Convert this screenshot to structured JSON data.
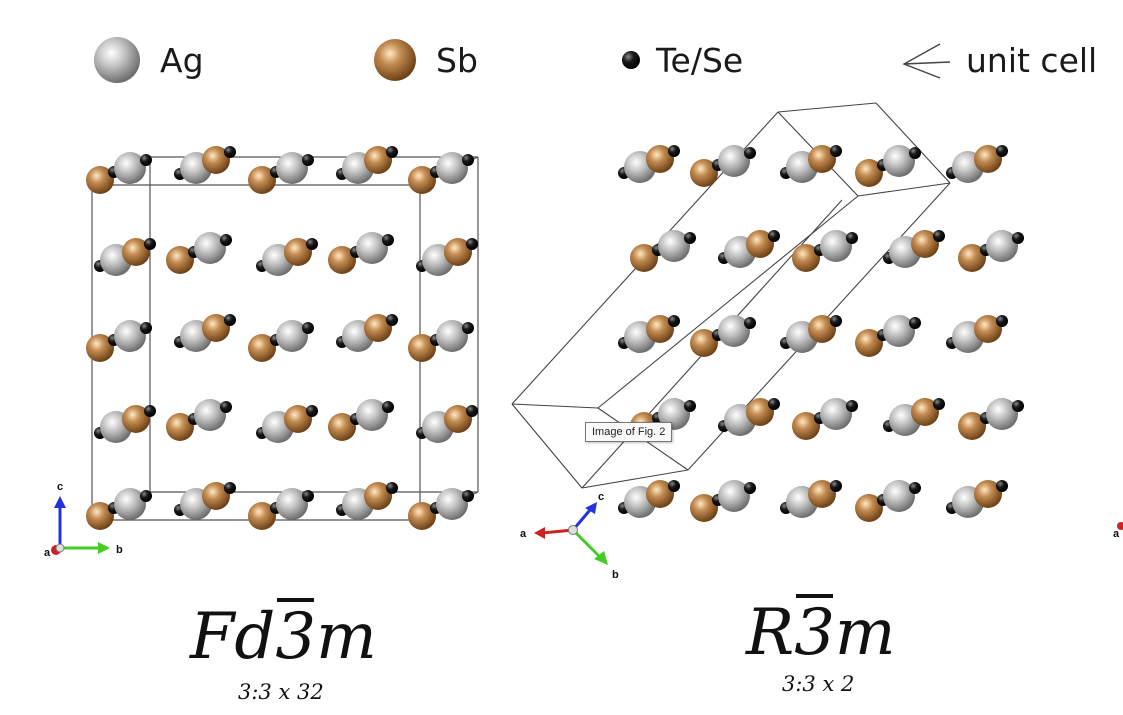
{
  "legend": {
    "ag": "Ag",
    "sb": "Sb",
    "te_se": "Te/Se",
    "unit_cell": "unit cell"
  },
  "colors": {
    "ag": "#b9b9b9",
    "sb": "#b8804a",
    "te_se": "#111111",
    "cell_edge": "#444444"
  },
  "left_structure": {
    "space_group_letters": "Fd",
    "space_group_bar_digit": "3",
    "space_group_suffix": "m",
    "ratio": "3:3 x 32",
    "axes": {
      "c": "c",
      "a": "a",
      "b": "b"
    }
  },
  "right_structure": {
    "space_group_letters": "R",
    "space_group_bar_digit": "3",
    "space_group_suffix": "m",
    "ratio": "3:3 x 2",
    "axes": {
      "c": "c",
      "a": "a",
      "b": "b"
    }
  },
  "tooltip": "Image of Fig. 2",
  "edge_fragment": "a"
}
